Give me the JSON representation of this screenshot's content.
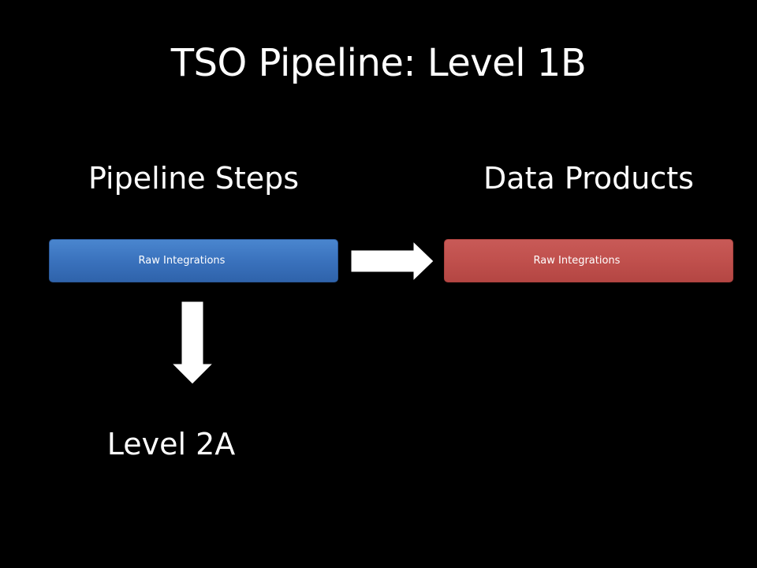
{
  "slide": {
    "title": "TSO Pipeline:  Level 1B",
    "columns": {
      "left_heading": "Pipeline Steps",
      "right_heading": "Data Products"
    },
    "pipeline_step": {
      "label": "Raw Integrations",
      "color": "#3a72bd"
    },
    "data_product": {
      "label": "Raw Integrations",
      "color": "#c0504d"
    },
    "next_level": "Level 2A",
    "colors": {
      "background": "#000000",
      "text": "#ffffff",
      "arrow_fill": "#ffffff"
    },
    "icons": {
      "right_arrow": "arrow-right-icon",
      "down_arrow": "arrow-down-icon"
    }
  }
}
